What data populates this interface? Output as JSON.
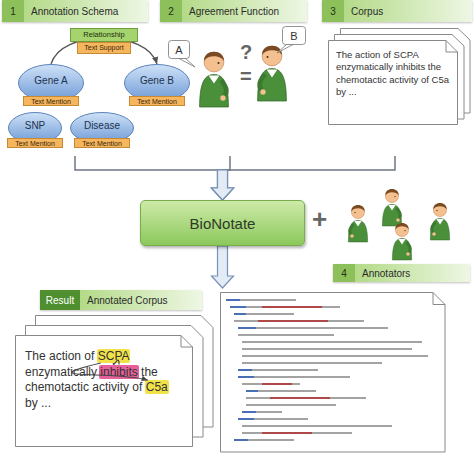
{
  "diagram": {
    "nodes": [
      {
        "text": [
          "1",
          "Annotation Schema"
        ]
      },
      {
        "text": [
          "Relationship",
          "Text Support"
        ],
        "in": 0
      },
      {
        "text": [
          "Gene A",
          "Text Mention"
        ],
        "in": 0
      },
      {
        "text": [
          "Gene B",
          "Text Mention"
        ],
        "in": 0
      },
      {
        "text": [
          "SNP",
          "Text Mention"
        ],
        "in": 0
      },
      {
        "text": [
          "Disease",
          "Text Mention"
        ],
        "in": 0
      },
      {
        "text": [
          "2",
          "Agreement Function"
        ]
      },
      {
        "text": [
          "A"
        ],
        "in": 6
      },
      {
        "text": [
          "B"
        ],
        "in": 6
      },
      {
        "text": [
          "3",
          "Corpus"
        ]
      },
      {
        "text": [
          "The action of SCPA enzymatically inhibits the chemotactic activity of C5a by ..."
        ],
        "in": 9
      },
      {
        "text": [
          "BioNotate"
        ]
      },
      {
        "text": [
          "4",
          "Annotators"
        ]
      },
      {
        "text": [
          "Result",
          "Annotated Corpus"
        ]
      },
      {
        "text": [
          "The action of SCPA enzymatically inhibits the chemotactic activity of C5a by ..."
        ],
        "in": 13
      }
    ],
    "edges": [
      {
        "from": 2,
        "to": 3,
        "arrow": "to"
      },
      {
        "from": 0,
        "to": 11,
        "arrow": "to"
      },
      {
        "from": 6,
        "to": 11,
        "arrow": "to"
      },
      {
        "from": 9,
        "to": 11,
        "arrow": "to"
      },
      {
        "from": 11,
        "to": 13,
        "arrow": "to"
      }
    ],
    "labels": [
      "?",
      "=",
      "+"
    ]
  }
}
